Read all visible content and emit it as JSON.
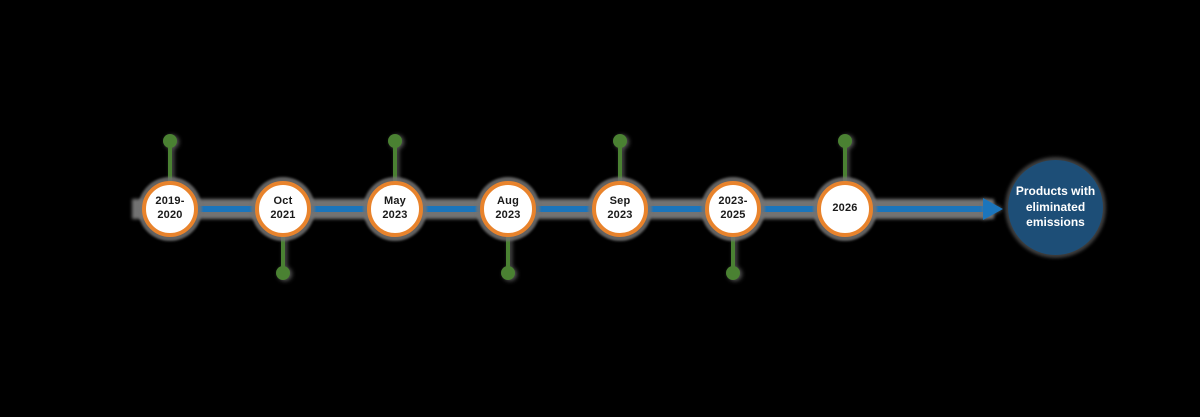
{
  "colors": {
    "background": "#000000",
    "line": "#1B75BC",
    "shadow": "#737373",
    "node_border": "#E8832C",
    "node_fill": "#FFFFFF",
    "node_text": "#1A1A1A",
    "pin": "#4A8132",
    "end_node_fill": "#1D4E77",
    "end_node_text": "#FFFFFF"
  },
  "timeline": {
    "milestones": [
      {
        "label": "2019-\n2020",
        "pin": "above"
      },
      {
        "label": "Oct\n2021",
        "pin": "below"
      },
      {
        "label": "May\n2023",
        "pin": "above"
      },
      {
        "label": "Aug\n2023",
        "pin": "below"
      },
      {
        "label": "Sep\n2023",
        "pin": "above"
      },
      {
        "label": "2023-\n2025",
        "pin": "below"
      },
      {
        "label": "2026",
        "pin": "above"
      }
    ],
    "end_node": {
      "label": "Products with\neliminated\nemissions"
    }
  }
}
